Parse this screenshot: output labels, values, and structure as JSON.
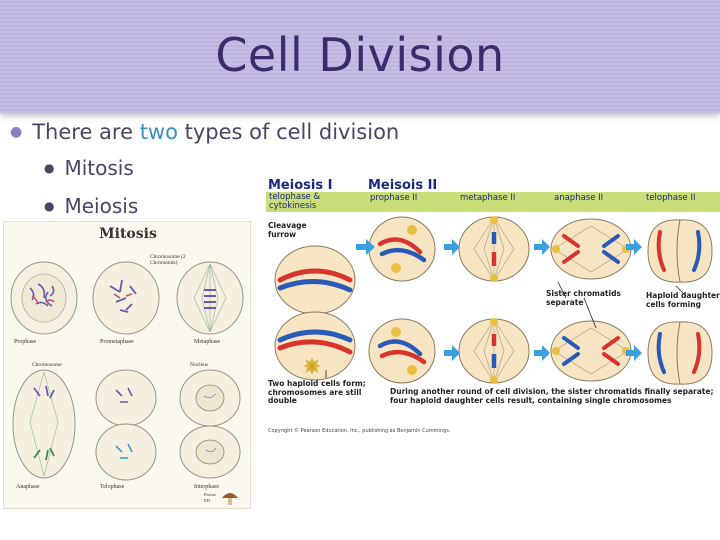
{
  "slide": {
    "title": "Cell Division",
    "bullet_main": {
      "before": "There are ",
      "highlight": "two",
      "after": " types of cell division"
    },
    "sub_bullets": [
      "Mitosis",
      "Meiosis"
    ]
  },
  "mitosis_figure": {
    "title": "Mitosis",
    "labels": {
      "chromosome_chromatids": "Chromosome (2 Chromatids)",
      "chromosome": "Chromosome",
      "nucleus": "Nucleus"
    },
    "captions": [
      "Prophase",
      "Prometaphase",
      "Metaphase",
      "Anaphase",
      "Telophase",
      "Interphase"
    ],
    "mushroom_text": "Protist ED"
  },
  "meiosis_figure": {
    "header_1": "Meiosis I",
    "header_2": "Meisois II",
    "phases": [
      "telophase & cytokinesis",
      "prophase II",
      "metaphase II",
      "anaphase II",
      "telophase II"
    ],
    "labels": {
      "cleavage": "Cleavage furrow",
      "sister": "Sister chromatids separate",
      "haploid_forming": "Haploid daughter cells forming",
      "two_haploid": "Two haploid cells form; chromosomes are still double",
      "during": "During another round of cell division, the sister chromatids finally separate; four haploid daughter cells result, containing single chromosomes"
    },
    "copyright": "Copyright © Pearson Education, Inc., publishing as Benjamin Cummings."
  },
  "colors": {
    "title_band": "#c3b9e2",
    "title_text": "#3b2c6b",
    "highlight": "#3a8fb8",
    "phase_bar": "#c9dd7a",
    "arrow": "#3aa0e0"
  }
}
